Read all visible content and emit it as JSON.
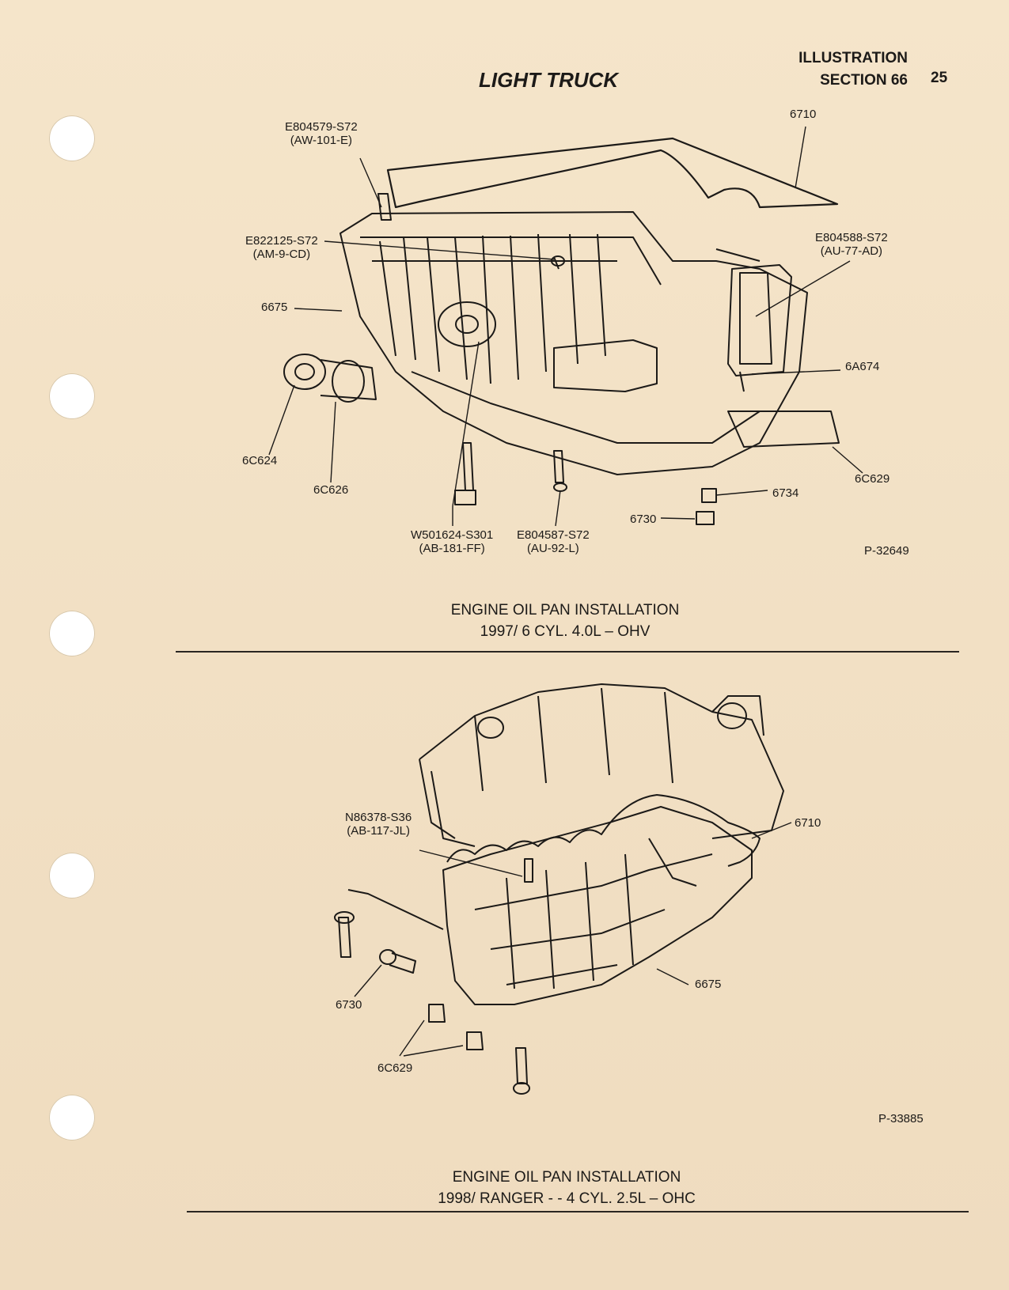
{
  "header": {
    "section_label": "ILLUSTRATION",
    "section_number": "SECTION 66",
    "page_number": "25",
    "title": "LIGHT TRUCK"
  },
  "diagram1": {
    "callouts": {
      "c1_line1": "E804579-S72",
      "c1_line2": "(AW-101-E)",
      "c2": "6710",
      "c3_line1": "E822125-S72",
      "c3_line2": "(AM-9-CD)",
      "c4_line1": "E804588-S72",
      "c4_line2": "(AU-77-AD)",
      "c5": "6675",
      "c6": "6A674",
      "c7": "6C624",
      "c8": "6C626",
      "c9": "6C629",
      "c10": "6734",
      "c11": "6730",
      "c12_line1": "W501624-S301",
      "c12_line2": "(AB-181-FF)",
      "c13_line1": "E804587-S72",
      "c13_line2": "(AU-92-L)",
      "ref": "P-32649"
    },
    "caption_line1": "ENGINE OIL PAN INSTALLATION",
    "caption_line2": "1997/ 6 CYL. 4.0L – OHV"
  },
  "diagram2": {
    "callouts": {
      "c1_line1": "N86378-S36",
      "c1_line2": "(AB-117-JL)",
      "c2": "6710",
      "c3": "6730",
      "c4": "6675",
      "c5": "6C629",
      "ref": "P-33885"
    },
    "caption_line1": "ENGINE OIL PAN INSTALLATION",
    "caption_line2": "1998/ RANGER - - 4 CYL. 2.5L – OHC"
  },
  "colors": {
    "paper": "#f3e2c6",
    "ink": "#1c1a18",
    "bleed": "#b9b2a8"
  }
}
